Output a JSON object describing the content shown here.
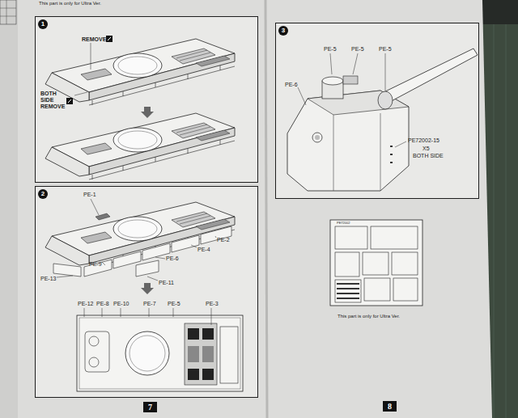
{
  "diagram": {
    "nodes": [
      {
        "text": [
          "1"
        ]
      },
      {
        "text": [
          "2"
        ]
      },
      {
        "text": [
          "3"
        ]
      },
      {
        "text": [
          "7"
        ]
      },
      {
        "text": [
          "8"
        ]
      }
    ],
    "labels": [
      "This part is only for Ultra Ver.",
      "REMOVE",
      "BOTH SIDE REMOVE",
      "PE-1",
      "PE-9",
      "PE-6",
      "PE-4",
      "PE-2",
      "PE-13",
      "PE-11",
      "PE-12",
      "PE-8",
      "PE-10",
      "PE-7",
      "PE-5",
      "PE-3",
      "PE-5",
      "PE-5",
      "PE-5",
      "PE-6",
      "PE72002-15",
      "X5",
      "BOTH SIDE",
      "PE72002",
      "This part is only for Ultra Ver."
    ]
  }
}
